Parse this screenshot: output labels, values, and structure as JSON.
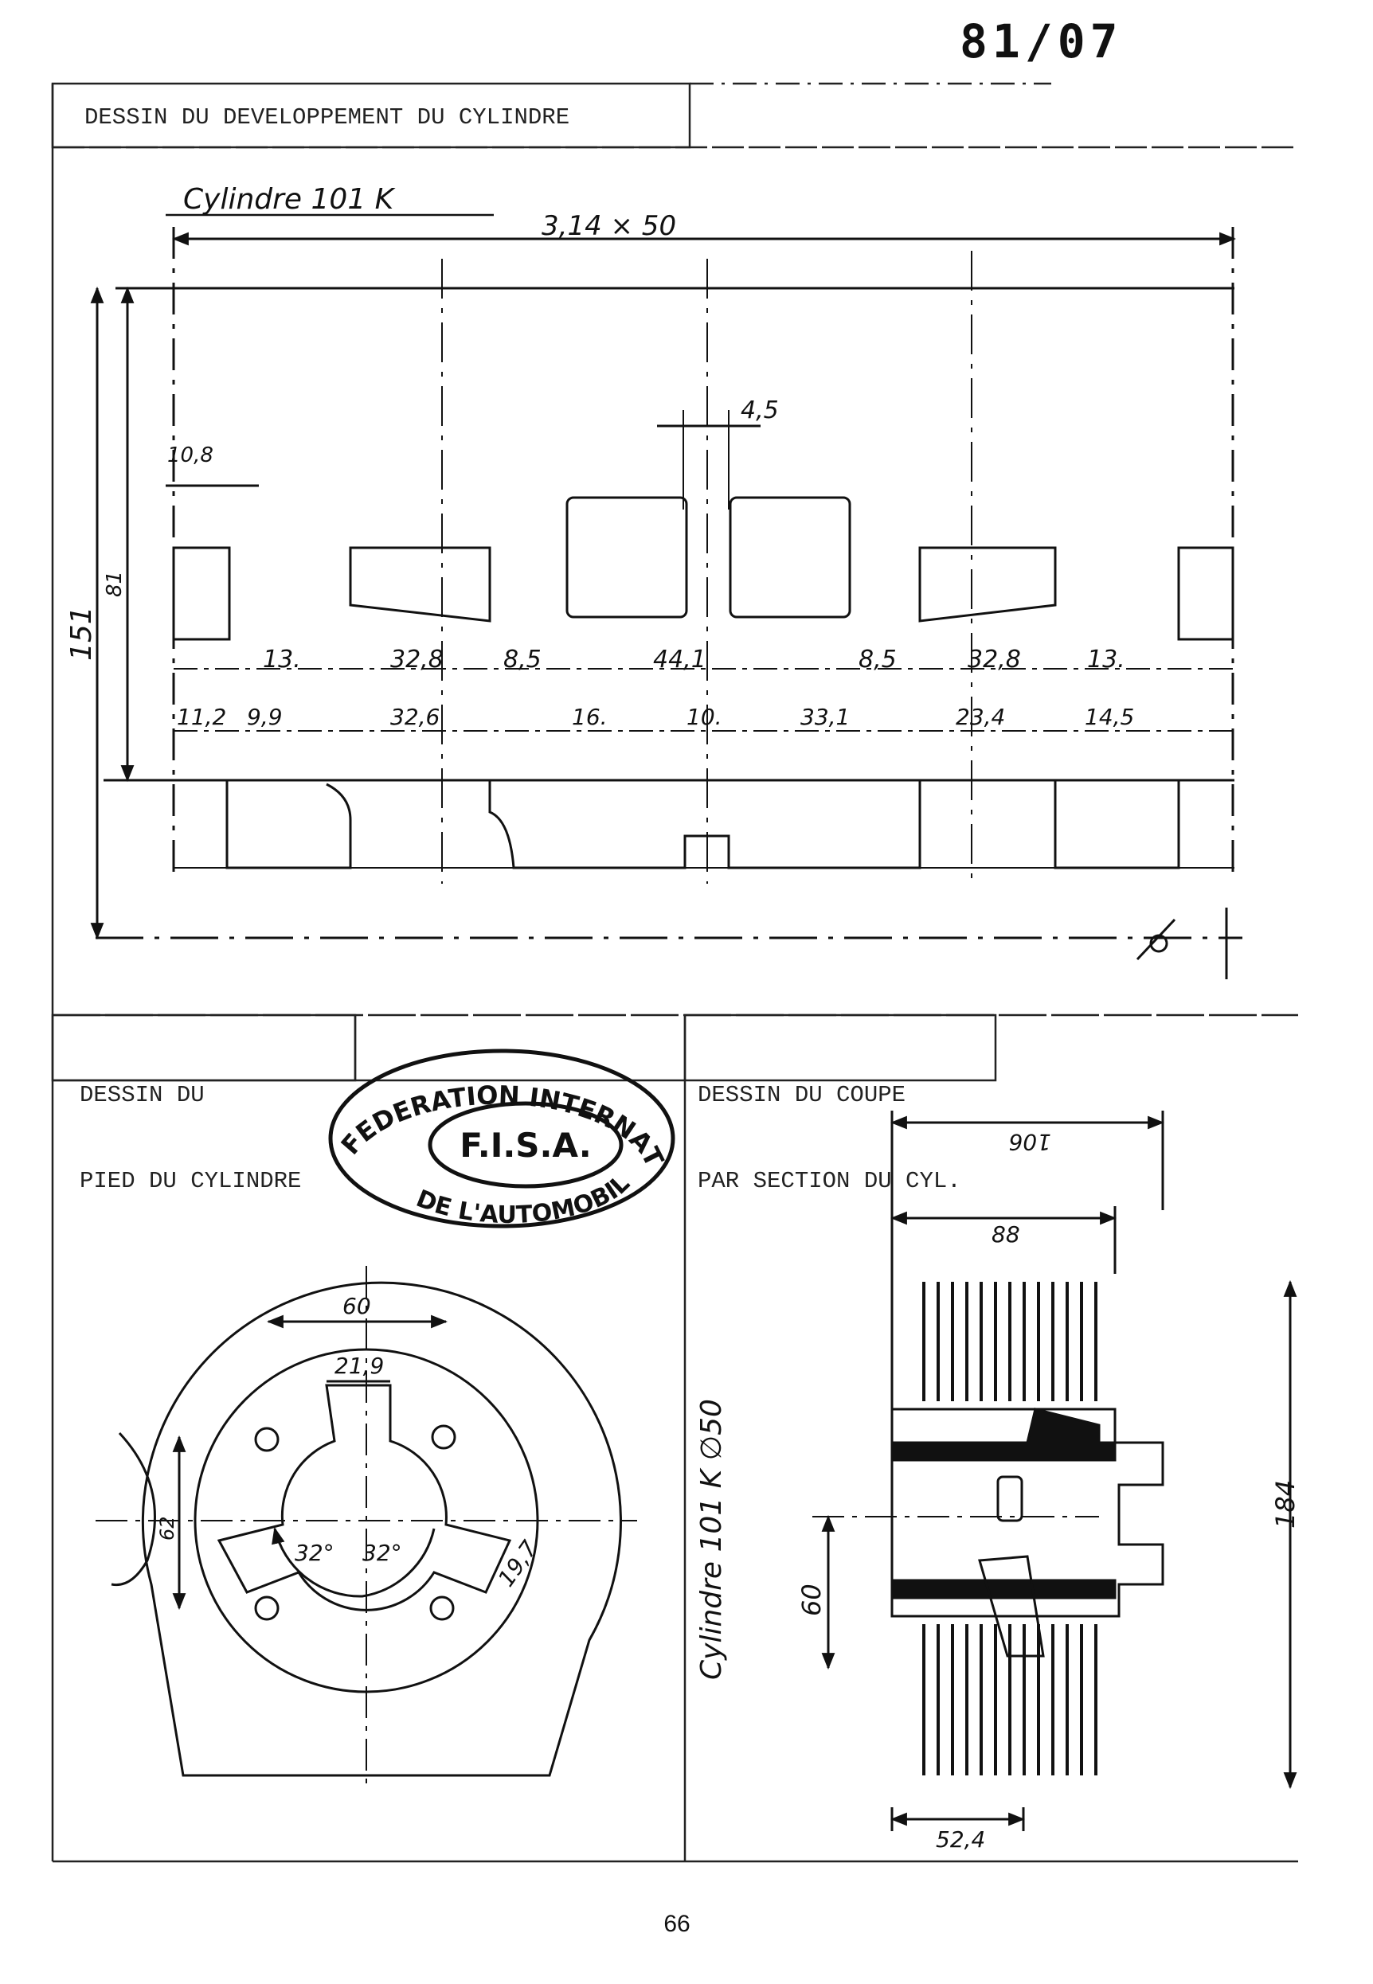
{
  "header": {
    "doc_number": "81/07"
  },
  "panels": {
    "development": {
      "title": "DESSIN DU DEVELOPPEMENT DU CYLINDRE",
      "subtitle": "Cylindre 101 K",
      "dims": {
        "width": "3,14 × 50",
        "h151": "151",
        "h81": "81",
        "d45": "4,5",
        "d108": "10,8",
        "top_row": [
          "13.",
          "32,8",
          "8,5",
          "44,1",
          "8,5",
          "32,8",
          "13."
        ],
        "bottom_row": [
          "11,2",
          "9,9",
          "32,6",
          "16.",
          "10.",
          "33,1",
          "23,4",
          "14,5"
        ]
      }
    },
    "foot": {
      "title_line1": "DESSIN DU",
      "title_line2": "PIED DU CYLINDRE",
      "dims": {
        "d60": "60",
        "d219": "21,9",
        "d62": "62",
        "a1": "32°",
        "a2": "32°",
        "d197": "19,7"
      }
    },
    "section": {
      "title_line1": "DESSIN DU COUPE",
      "title_line2": "PAR SECTION DU CYL.",
      "side_label": "Cylindre 101 K ∅50",
      "dims": {
        "d106": "106",
        "d88": "88",
        "d184": "184",
        "d60": "60",
        "d524": "52,4"
      }
    }
  },
  "stamp": {
    "outer_top": "FEDERATION INTERNATIONALE",
    "inner": "F.I.S.A.",
    "outer_bottom": "DE L'AUTOMOBILE"
  },
  "footer": {
    "page_number": "66"
  }
}
